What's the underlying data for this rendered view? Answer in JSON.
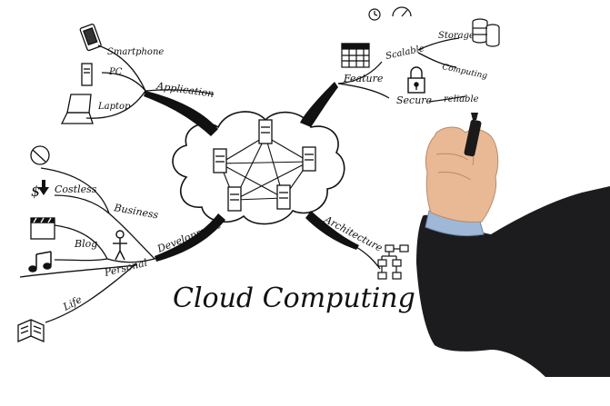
{
  "title": "Cloud Computing",
  "branches": {
    "application": {
      "label": "Application",
      "items": [
        "Smartphone",
        "PC",
        "Laptop"
      ]
    },
    "feature": {
      "label": "Feature",
      "items": [
        "Scalable",
        "Storage",
        "Computing",
        "Secure",
        "reliable"
      ]
    },
    "development": {
      "label": "Development",
      "business": {
        "label": "Business",
        "items": [
          "$",
          "Costless"
        ]
      },
      "personal": {
        "label": "Personal",
        "items": [
          "Blog"
        ]
      },
      "life": {
        "label": "Life"
      }
    },
    "architecture": {
      "label": "Architecture"
    }
  },
  "colors": {
    "ink": "#111111",
    "suit": "#1c1c1e",
    "skin": "#e9b995",
    "shirt": "#9fb8d8"
  },
  "icons": [
    "smartphone-icon",
    "pc-icon",
    "laptop-icon",
    "calendar-icon",
    "storage-icon",
    "gauge-icon",
    "lock-icon",
    "clock-icon",
    "dollar-down-icon",
    "film-icon",
    "music-notes-icon",
    "person-icon",
    "book-icon",
    "org-chart-icon",
    "server-icon"
  ]
}
